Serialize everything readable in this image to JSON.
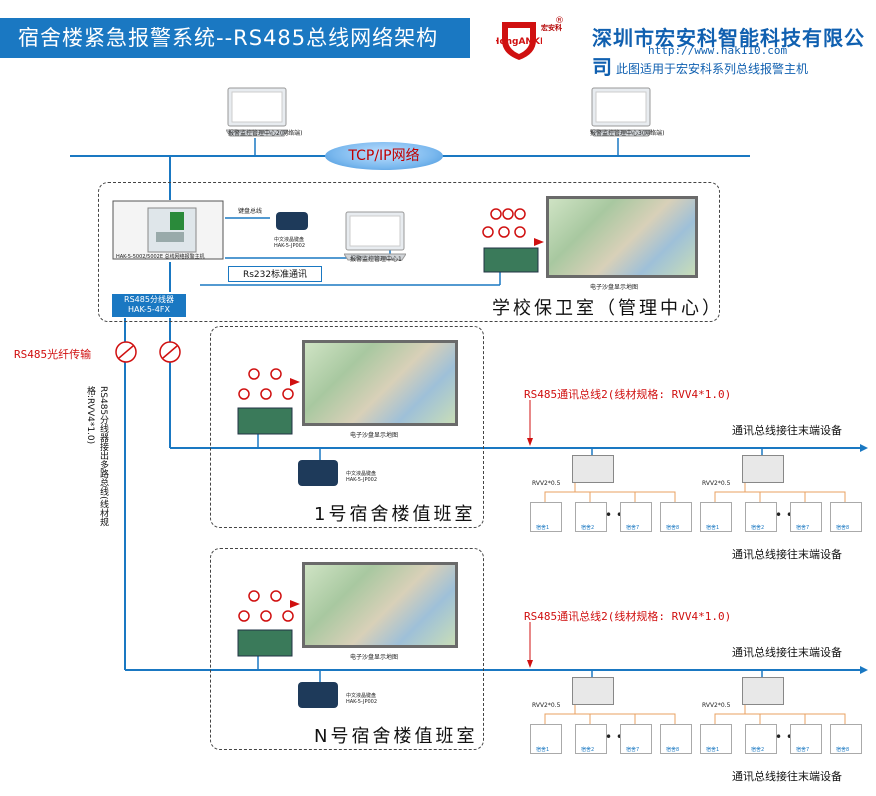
{
  "header": {
    "title": "宿舍楼紧急报警系统--RS485总线网络架构",
    "company": "深圳市宏安科智能科技有限公司",
    "url": "http://www.hak110.com",
    "note": "此图适用于宏安科系列总线报警主机",
    "logo_text": "HongANKE",
    "logo_sub": "宏安科",
    "logo_reg": "®"
  },
  "network": {
    "tcp_label": "TCP/IP网络",
    "center2_label": "报警监控管理中心2(网络端)",
    "center3_label": "报警监控管理中心3(网络端)"
  },
  "main_room": {
    "host_label": "HAK-5-5002/5002E 总线网络报警主机",
    "keyboard_bus": "键盘总线",
    "keyboard_label_1": "中文液晶键盘",
    "keyboard_label_2": "HAK-5-JP002",
    "center1_label": "报警监控管理中心1",
    "rs232": "Rs232标准通讯",
    "map_label": "电子沙盘显示地图",
    "splitter_line1": "RS485分线器",
    "splitter_line2": "HAK-5-4FX",
    "room_name": "学校保卫室（管理中心）"
  },
  "fiber_label": "RS485光纤传输",
  "vertical_label": "RS485分线器接出多路总线(线材规格:RVV4*1.0)",
  "dorm_rooms": [
    {
      "map_label": "电子沙盘显示地图",
      "kbd_label_1": "中文液晶键盘",
      "kbd_label_2": "HAK-5-JP002",
      "room_name": "1号宿舍楼值班室",
      "bus_label": "RS485通讯总线2(线材规格: RVV4*1.0)",
      "end_label": "通讯总线接往末端设备",
      "rvv": "RVV2*0.5",
      "end_label_bottom": "通讯总线接往末端设备"
    },
    {
      "map_label": "电子沙盘显示地图",
      "kbd_label_1": "中文液晶键盘",
      "kbd_label_2": "HAK-5-JP002",
      "room_name": "N号宿舍楼值班室",
      "bus_label": "RS485通讯总线2(线材规格: RVV4*1.0)",
      "end_label": "通讯总线接往末端设备",
      "rvv": "RVV2*0.5",
      "end_label_bottom": "通讯总线接往末端设备"
    }
  ],
  "dorm_units": [
    "宿舍1",
    "宿舍2",
    "宿舍7",
    "宿舍8"
  ],
  "dots": "• •",
  "colors": {
    "line_blue": "#1a78c2",
    "accent_red": "#d01010",
    "wire_orange": "#e8a060"
  }
}
